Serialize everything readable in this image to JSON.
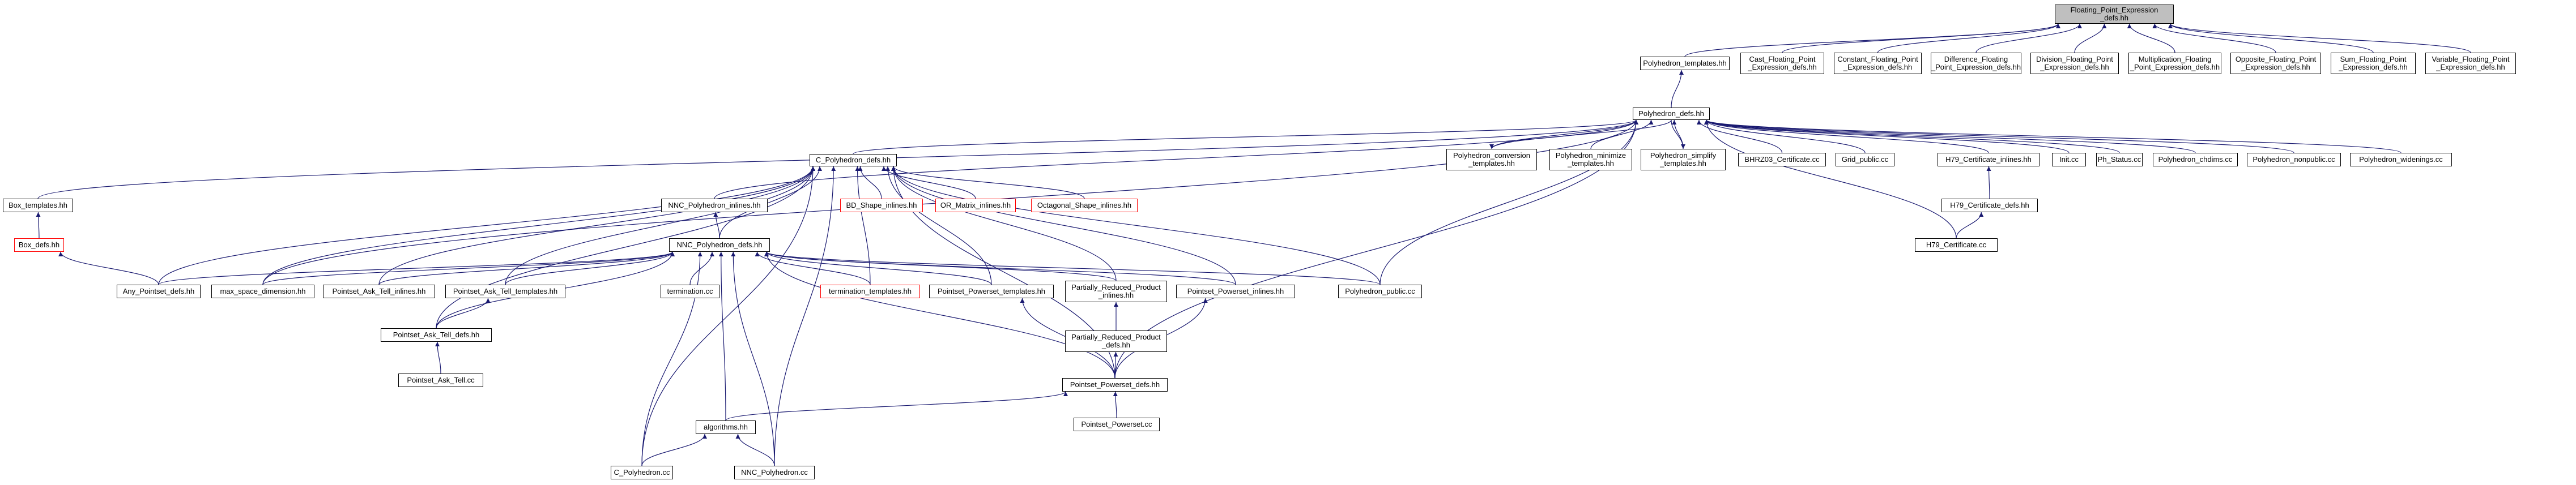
{
  "nodes": {
    "root": "Floating_Point_Expression\n_defs.hh",
    "polyhedron_templates": "Polyhedron_templates.hh",
    "cast_fpe": "Cast_Floating_Point\n_Expression_defs.hh",
    "constant_fpe": "Constant_Floating_Point\n_Expression_defs.hh",
    "difference_fpe": "Difference_Floating\n_Point_Expression_defs.hh",
    "division_fpe": "Division_Floating_Point\n_Expression_defs.hh",
    "multiplication_fpe": "Multiplication_Floating\n_Point_Expression_defs.hh",
    "opposite_fpe": "Opposite_Floating_Point\n_Expression_defs.hh",
    "sum_fpe": "Sum_Floating_Point\n_Expression_defs.hh",
    "variable_fpe": "Variable_Floating_Point\n_Expression_defs.hh",
    "polyhedron_defs": "Polyhedron_defs.hh",
    "c_polyhedron_defs": "C_Polyhedron_defs.hh",
    "polyhedron_conversion": "Polyhedron_conversion\n_templates.hh",
    "polyhedron_minimize": "Polyhedron_minimize\n_templates.hh",
    "polyhedron_simplify": "Polyhedron_simplify\n_templates.hh",
    "bhrz03": "BHRZ03_Certificate.cc",
    "grid_public": "Grid_public.cc",
    "h79_inlines": "H79_Certificate_inlines.hh",
    "init": "Init.cc",
    "ph_status": "Ph_Status.cc",
    "polyhedron_chdims": "Polyhedron_chdims.cc",
    "polyhedron_nonpublic": "Polyhedron_nonpublic.cc",
    "polyhedron_widenings": "Polyhedron_widenings.cc",
    "h79_defs": "H79_Certificate_defs.hh",
    "h79_cc": "H79_Certificate.cc",
    "box_templates": "Box_templates.hh",
    "box_defs": "Box_defs.hh",
    "nnc_inlines": "NNC_Polyhedron_inlines.hh",
    "bd_shape": "BD_Shape_inlines.hh",
    "or_matrix": "OR_Matrix_inlines.hh",
    "octagonal": "Octagonal_Shape_inlines.hh",
    "nnc_defs": "NNC_Polyhedron_defs.hh",
    "any_pointset": "Any_Pointset_defs.hh",
    "max_space": "max_space_dimension.hh",
    "pat_inlines": "Pointset_Ask_Tell_inlines.hh",
    "pat_templates": "Pointset_Ask_Tell_templates.hh",
    "termination_cc": "termination.cc",
    "termination_templates": "termination_templates.hh",
    "pp_templates": "Pointset_Powerset_templates.hh",
    "prp_inlines": "Partially_Reduced_Product\n_inlines.hh",
    "pp_inlines": "Pointset_Powerset_inlines.hh",
    "polyhedron_public": "Polyhedron_public.cc",
    "pat_defs": "Pointset_Ask_Tell_defs.hh",
    "pat_cc": "Pointset_Ask_Tell.cc",
    "prp_defs": "Partially_Reduced_Product\n_defs.hh",
    "pp_defs": "Pointset_Powerset_defs.hh",
    "pp_cc": "Pointset_Powerset.cc",
    "algorithms": "algorithms.hh",
    "c_polyhedron_cc": "C_Polyhedron.cc",
    "nnc_polyhedron_cc": "NNC_Polyhedron.cc"
  },
  "red_nodes": [
    "box_defs",
    "bd_shape",
    "or_matrix",
    "octagonal",
    "termination_templates"
  ],
  "edges": [
    [
      "polyhedron_templates",
      "root"
    ],
    [
      "cast_fpe",
      "root"
    ],
    [
      "constant_fpe",
      "root"
    ],
    [
      "difference_fpe",
      "root"
    ],
    [
      "division_fpe",
      "root"
    ],
    [
      "multiplication_fpe",
      "root"
    ],
    [
      "opposite_fpe",
      "root"
    ],
    [
      "sum_fpe",
      "root"
    ],
    [
      "variable_fpe",
      "root"
    ],
    [
      "polyhedron_defs",
      "polyhedron_templates"
    ],
    [
      "c_polyhedron_defs",
      "polyhedron_defs"
    ],
    [
      "polyhedron_conversion",
      "polyhedron_defs"
    ],
    [
      "polyhedron_minimize",
      "polyhedron_defs"
    ],
    [
      "polyhedron_simplify",
      "polyhedron_defs"
    ],
    [
      "bhrz03",
      "polyhedron_defs"
    ],
    [
      "grid_public",
      "polyhedron_defs"
    ],
    [
      "h79_inlines",
      "polyhedron_defs"
    ],
    [
      "init",
      "polyhedron_defs"
    ],
    [
      "ph_status",
      "polyhedron_defs"
    ],
    [
      "polyhedron_chdims",
      "polyhedron_defs"
    ],
    [
      "polyhedron_nonpublic",
      "polyhedron_defs"
    ],
    [
      "polyhedron_widenings",
      "polyhedron_defs"
    ],
    [
      "nnc_inlines",
      "polyhedron_defs"
    ],
    [
      "max_space",
      "polyhedron_defs"
    ],
    [
      "polyhedron_public",
      "polyhedron_defs"
    ],
    [
      "h79_cc",
      "polyhedron_defs"
    ],
    [
      "pp_defs",
      "polyhedron_defs"
    ],
    [
      "polyhedron_defs",
      "polyhedron_conversion"
    ],
    [
      "polyhedron_defs",
      "polyhedron_simplify"
    ],
    [
      "h79_defs",
      "h79_inlines"
    ],
    [
      "h79_cc",
      "h79_defs"
    ],
    [
      "box_defs",
      "box_templates"
    ],
    [
      "box_templates",
      "polyhedron_defs"
    ],
    [
      "nnc_defs",
      "nnc_inlines"
    ],
    [
      "nnc_defs",
      "c_polyhedron_defs"
    ],
    [
      "bd_shape",
      "c_polyhedron_defs"
    ],
    [
      "or_matrix",
      "c_polyhedron_defs"
    ],
    [
      "octagonal",
      "c_polyhedron_defs"
    ],
    [
      "any_pointset",
      "c_polyhedron_defs"
    ],
    [
      "max_space",
      "c_polyhedron_defs"
    ],
    [
      "pat_inlines",
      "c_polyhedron_defs"
    ],
    [
      "pat_templates",
      "c_polyhedron_defs"
    ],
    [
      "termination_templates",
      "c_polyhedron_defs"
    ],
    [
      "pp_templates",
      "c_polyhedron_defs"
    ],
    [
      "prp_inlines",
      "c_polyhedron_defs"
    ],
    [
      "pp_inlines",
      "c_polyhedron_defs"
    ],
    [
      "polyhedron_public",
      "c_polyhedron_defs"
    ],
    [
      "pat_defs",
      "c_polyhedron_defs"
    ],
    [
      "c_polyhedron_cc",
      "c_polyhedron_defs"
    ],
    [
      "nnc_polyhedron_cc",
      "c_polyhedron_defs"
    ],
    [
      "pp_defs",
      "c_polyhedron_defs"
    ],
    [
      "any_pointset",
      "nnc_defs"
    ],
    [
      "max_space",
      "nnc_defs"
    ],
    [
      "pat_inlines",
      "nnc_defs"
    ],
    [
      "pat_templates",
      "nnc_defs"
    ],
    [
      "termination_cc",
      "nnc_defs"
    ],
    [
      "termination_templates",
      "nnc_defs"
    ],
    [
      "pp_templates",
      "nnc_defs"
    ],
    [
      "prp_inlines",
      "nnc_defs"
    ],
    [
      "pp_inlines",
      "nnc_defs"
    ],
    [
      "polyhedron_public",
      "nnc_defs"
    ],
    [
      "pat_defs",
      "nnc_defs"
    ],
    [
      "algorithms",
      "nnc_defs"
    ],
    [
      "c_polyhedron_cc",
      "nnc_defs"
    ],
    [
      "nnc_polyhedron_cc",
      "nnc_defs"
    ],
    [
      "pp_defs",
      "nnc_defs"
    ],
    [
      "any_pointset",
      "box_defs"
    ],
    [
      "pat_defs",
      "pat_templates"
    ],
    [
      "pat_cc",
      "pat_defs"
    ],
    [
      "pp_defs",
      "pp_templates"
    ],
    [
      "prp_defs",
      "prp_inlines"
    ],
    [
      "pp_defs",
      "prp_defs"
    ],
    [
      "pp_defs",
      "pp_inlines"
    ],
    [
      "pp_cc",
      "pp_defs"
    ],
    [
      "algorithms",
      "pp_defs"
    ],
    [
      "c_polyhedron_cc",
      "algorithms"
    ],
    [
      "nnc_polyhedron_cc",
      "algorithms"
    ]
  ],
  "colors": {
    "edge": "#191970",
    "border": "#000000",
    "red_border": "#ff0000",
    "root_fill": "#bfbfbf",
    "background": "#ffffff"
  }
}
